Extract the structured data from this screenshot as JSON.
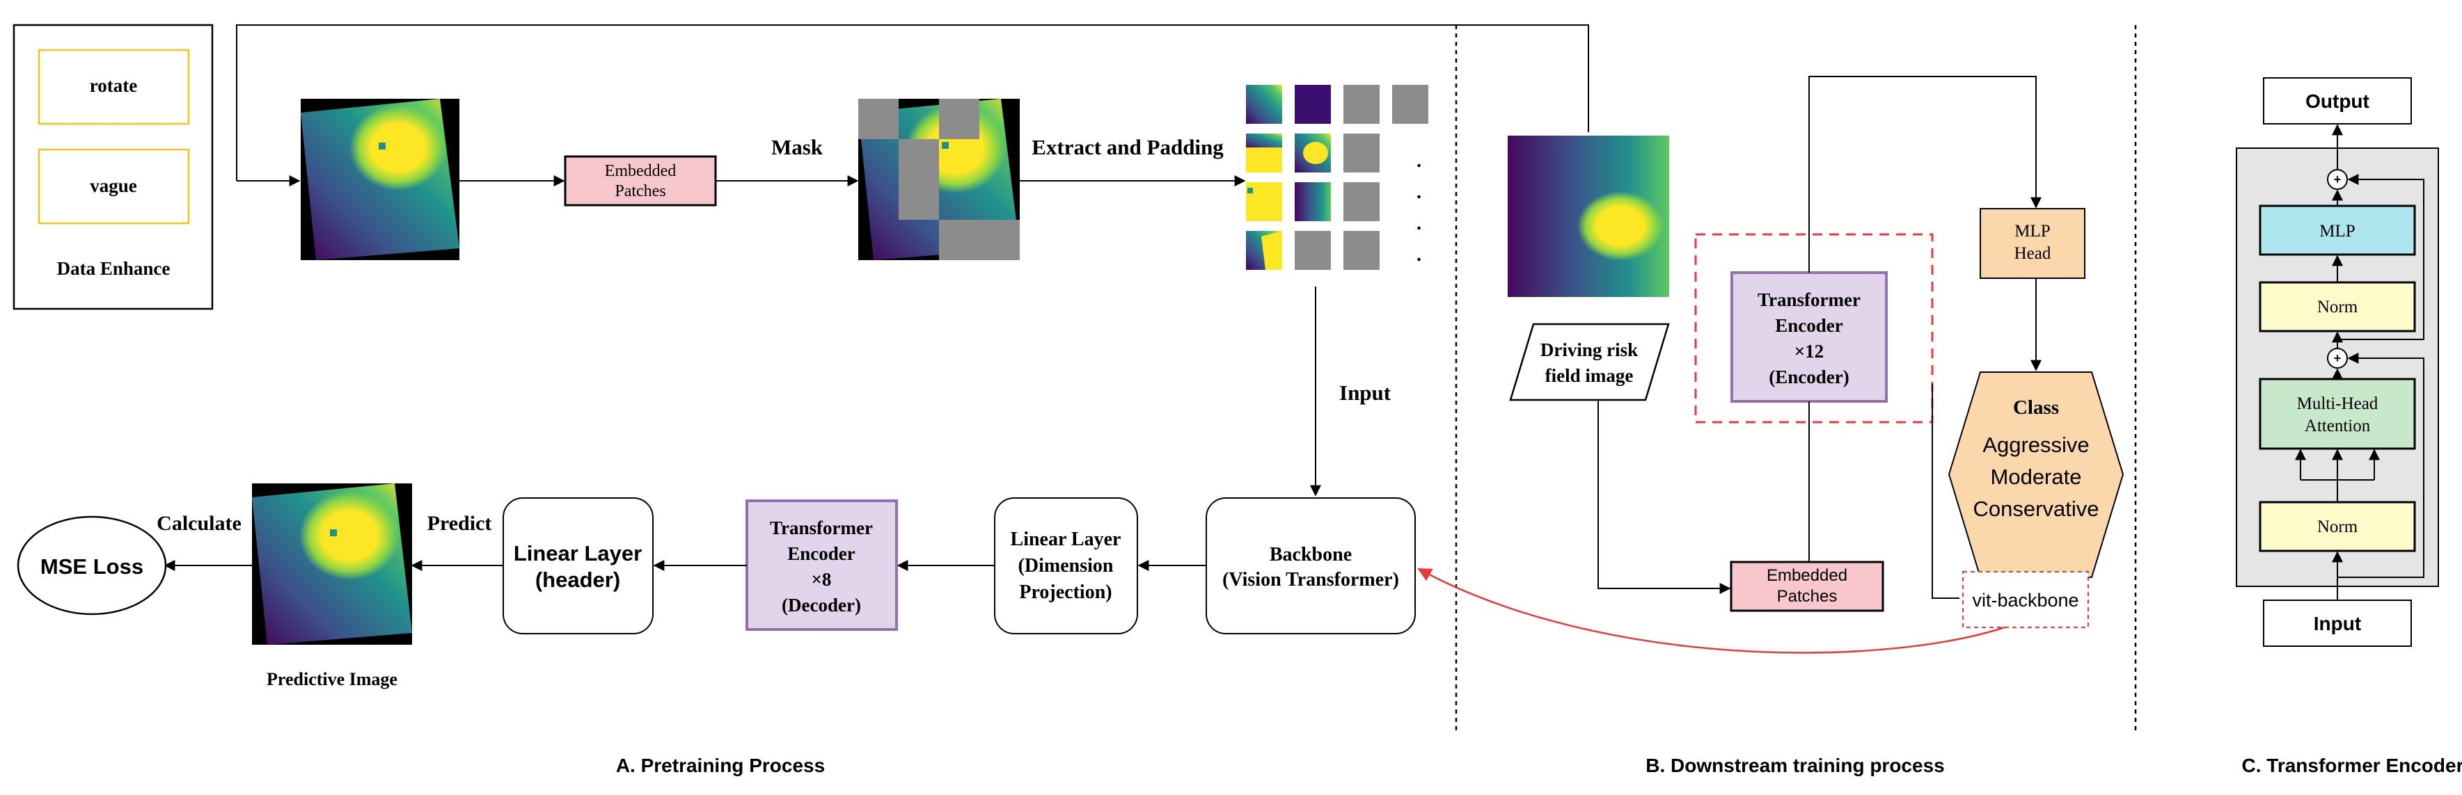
{
  "section_a": {
    "title": "A. Pretraining Process",
    "data_enhance": {
      "title": "Data Enhance",
      "items": [
        "rotate",
        "vague"
      ]
    },
    "embedded_patches": [
      "Embedded",
      "Patches"
    ],
    "mask_label": "Mask",
    "extract_label": "Extract and Padding",
    "input_label": "Input",
    "dots": ".",
    "backbone": [
      "Backbone",
      "(Vision Transformer)"
    ],
    "linear_projection": [
      "Linear Layer",
      "(Dimension",
      "Projection)"
    ],
    "decoder": [
      "Transformer",
      "Encoder",
      "×8",
      "(Decoder)"
    ],
    "linear_header": [
      "Linear Layer",
      "(header)"
    ],
    "predict_label": "Predict",
    "predictive_image_label": "Predictive Image",
    "calculate_label": "Calculate",
    "mse_loss": "MSE Loss"
  },
  "section_b": {
    "title": "B. Downstream training process",
    "input_image_label": [
      "Driving risk",
      "field image"
    ],
    "encoder": [
      "Transformer",
      "Encoder",
      "×12",
      "(Encoder)"
    ],
    "mlp_head": [
      "MLP",
      "Head"
    ],
    "class_box": {
      "title": "Class",
      "items": [
        "Aggressive",
        "Moderate",
        "Conservative"
      ]
    },
    "embedded_patches": [
      "Embedded",
      "Patches"
    ],
    "vit_backbone": "vit-backbone"
  },
  "section_c": {
    "title": "C. Transformer Encoder",
    "output": "Output",
    "mlp": "MLP",
    "norm_top": "Norm",
    "attention": [
      "Multi-Head",
      "Attention"
    ],
    "norm_bottom": "Norm",
    "input": "Input",
    "plus": "+"
  },
  "colors": {
    "pink": "#f8c7cd",
    "lavender": "#e2d5eb",
    "purple_border": "#9370ab",
    "orange": "#fad8ab",
    "cyan": "#aee6f0",
    "yellow": "#fdfbc9",
    "green": "#c7e8cb",
    "red": "#e53b3b",
    "gray_patch": "#8c8c8c",
    "gold": "#f2c31c"
  }
}
